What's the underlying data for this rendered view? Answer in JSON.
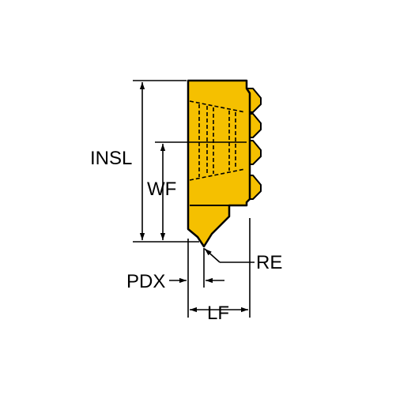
{
  "colors": {
    "insert_fill": "#F5C000",
    "outline": "#000000",
    "hidden_line": "#000000"
  },
  "labels": {
    "insl": "INSL",
    "wf": "WF",
    "pdx": "PDX",
    "lf": "LF",
    "re": "RE"
  }
}
